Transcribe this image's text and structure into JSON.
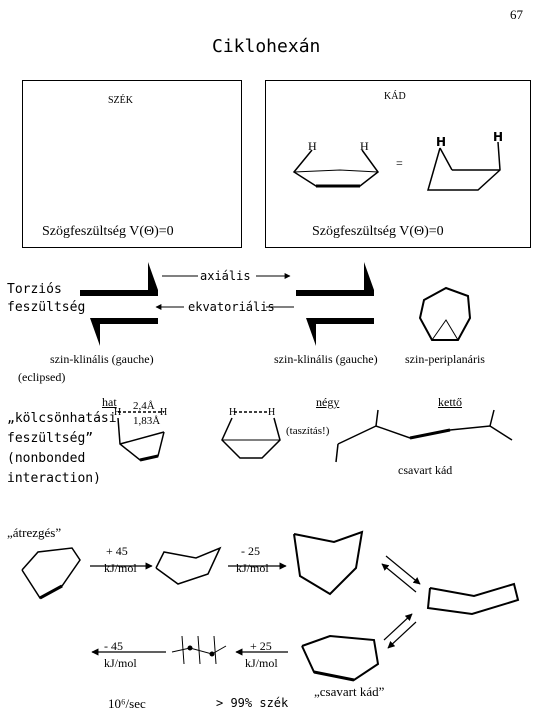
{
  "page": {
    "page_number": "67",
    "title": "Ciklohexán"
  },
  "boxes": {
    "chair": {
      "label": "SZÉK",
      "strain": "Szögfeszültség   V(Θ)=0",
      "h_left": "H",
      "h_right": "H"
    },
    "boat": {
      "label": "KÁD",
      "strain": "Szögfeszültség   V(Θ)=0",
      "equals": "=",
      "h_left": "H",
      "h_right": "H"
    }
  },
  "torsion": {
    "heading_line1": "Torziós",
    "heading_line2": "feszültség",
    "axial": "axiális",
    "equatorial": "ekvatoriális",
    "gauche_left": "szin-klinális (gauche)",
    "gauche_right": "szin-klinális (gauche)",
    "periplanar": "szin-periplanáris",
    "eclipsed": "(eclipsed)"
  },
  "nonbonded": {
    "line1": "„kölcsönhatási",
    "line2": "feszültség”",
    "line3": "(nonbonded",
    "line4": "interaction)",
    "hat": "hat",
    "distance_1": "2,4Å",
    "distance_2": "1,83Å",
    "negy": "négy",
    "ketto": "kettő",
    "taszitas": "(taszítás!)",
    "csavart_kad": "csavart kád",
    "h_symbol": "H"
  },
  "flip": {
    "heading": "„átrezgés”",
    "e1": "+ 45",
    "e2": "- 25",
    "e3": "- 45",
    "e4": "+ 25",
    "unit": "kJ/mol",
    "csavart_kad_quoted": "„csavart kád”",
    "rate": "10⁶/sec",
    "chair_percent": "> 99% szék"
  }
}
